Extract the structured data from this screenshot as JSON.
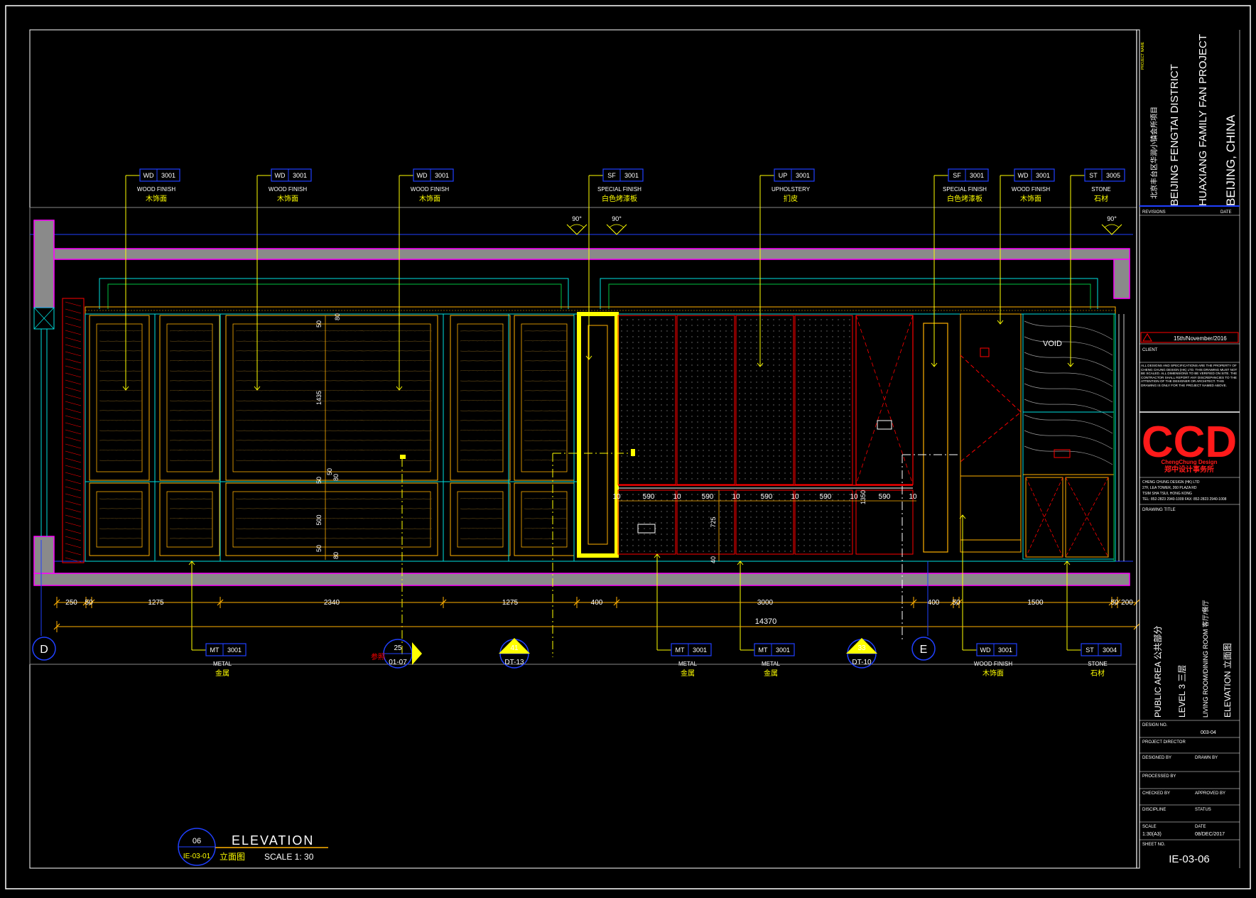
{
  "colors": {
    "background": "#000000",
    "frame": "#ffffff",
    "tag": "#ffff00",
    "tag_box": "#0000ff",
    "wall": "#8a8a8a",
    "wall_edge": "#ff00ff",
    "dimension": "#ffb000",
    "highlight": "#ffff00",
    "red": "#ff0000",
    "cyan": "#00e0e0",
    "green": "#00c040",
    "brand": "#ff1a1a"
  },
  "title_block": {
    "project_name_label": "PROJECT NAME",
    "project_name_cn": "北京丰台区华润小镇会所项目",
    "project_line1": "BEIJING FENGTAI DISTRICT",
    "project_line2": "HUAXIANG FAMILY FAN PROJECT",
    "project_line3": "BEIJING, CHINA",
    "revisions_label": "REVISIONS",
    "date_label": "DATE",
    "issue_date": "15th/November/2016",
    "client_label": "CLIENT",
    "client_value": "",
    "note": "ALL DESIGNS AND SPECIFICATIONS ARE THE PROPERTY OF CHENG CHUNG DESIGN (HK) LTD. THIS DRAWING MUST NOT BE SCALED. ALL DIMENSIONS TO BE VERIFIED ON SITE. THE CONTRACTOR SHALL REPORT ANY DISCREPANCIES TO THE ATTENTION OF THE DESIGNER OR ARCHITECT. THIS DRAWING IS ONLY FOR THE PROJECT NAMED ABOVE.",
    "logo_text": "CCD",
    "logo_sub": "ChengChung Design",
    "logo_cn": "郑中设计事务所",
    "company": "CHENG CHUNG DESIGN (HK) LTD",
    "address1": "27F, LEA TOWER, 260 PLAZA RD",
    "address2": "TSIM SHA TSUI, HONG KONG",
    "tel": "TEL: 852-2823 2940-1009   FAX: 852-2823 2940-1008",
    "drawing_title_label": "DRAWING TITLE",
    "title_area": "PUBLIC AREA  公共部分",
    "title_level": "LEVEL 3  三层",
    "title_room": "LIVING ROOM/DINING ROOM  客厅/餐厅",
    "title_type": "ELEVATION  立面图",
    "design_no_label": "DESIGN NO.",
    "design_no": "003-04",
    "project_director_label": "PROJECT DIRECTOR",
    "designed_by_label": "DESIGNED BY",
    "drawn_by_label": "DRAWN BY",
    "processed_by_label": "PROCESSED BY",
    "checked_by_label": "CHECKED BY",
    "approved_by_label": "APPROVED BY",
    "discipline_label": "DISCIPLINE",
    "status_label": "STATUS",
    "scale_label": "SCALE",
    "scale_value": "1:30(A3)",
    "date2_label": "DATE",
    "date2_value": "08/DEC/2017",
    "sheet_no_label": "SHEET NO.",
    "sheet_no": "IE-03-06"
  },
  "tags_top": [
    {
      "code": "WD",
      "num": "3001",
      "en": "WOOD FINISH",
      "cn": "木饰面"
    },
    {
      "code": "WD",
      "num": "3001",
      "en": "WOOD FINISH",
      "cn": "木饰面"
    },
    {
      "code": "WD",
      "num": "3001",
      "en": "WOOD FINISH",
      "cn": "木饰面"
    },
    {
      "code": "SF",
      "num": "3001",
      "en": "SPECIAL FINISH",
      "cn": "白色烤漆板"
    },
    {
      "code": "UP",
      "num": "3001",
      "en": "UPHOLSTERY",
      "cn": "扪皮"
    },
    {
      "code": "SF",
      "num": "3001",
      "en": "SPECIAL FINISH",
      "cn": "白色烤漆板"
    },
    {
      "code": "WD",
      "num": "3001",
      "en": "WOOD FINISH",
      "cn": "木饰面"
    },
    {
      "code": "ST",
      "num": "3005",
      "en": "STONE",
      "cn": "石材"
    }
  ],
  "tags_bottom": [
    {
      "code": "MT",
      "num": "3001",
      "en": "METAL",
      "cn": "金属"
    },
    {
      "code": "MT",
      "num": "3001",
      "en": "METAL",
      "cn": "金属"
    },
    {
      "code": "MT",
      "num": "3001",
      "en": "METAL",
      "cn": "金属"
    },
    {
      "code": "WD",
      "num": "3001",
      "en": "WOOD FINISH",
      "cn": "木饰面"
    },
    {
      "code": "ST",
      "num": "3004",
      "en": "STONE",
      "cn": "石材"
    }
  ],
  "section_markers": [
    {
      "top": "25",
      "bottom": "01-07"
    },
    {
      "top": "41",
      "bottom": "DT-13"
    },
    {
      "top": "33",
      "bottom": "DT-10"
    }
  ],
  "grid_markers": [
    "D",
    "E"
  ],
  "angle_labels": [
    "90°",
    "90°",
    "90°"
  ],
  "dims_bottom": [
    "250",
    "50",
    "1275",
    "2340",
    "1275",
    "400",
    "3000",
    "400",
    "50",
    "1500",
    "50",
    "200"
  ],
  "dim_total": "14370",
  "dims_vertical": [
    "50",
    "80",
    "1435",
    "50",
    "50",
    "80",
    "500",
    "50",
    "80",
    "725",
    "1350",
    "40"
  ],
  "dims_panels": [
    "590",
    "10",
    "590",
    "10",
    "590",
    "10",
    "590",
    "10",
    "590",
    "10",
    "10"
  ],
  "annotations": {
    "void": "VOID",
    "note_red": "参照"
  },
  "view_title": {
    "number": "06",
    "ref": "IE-03-01",
    "title": "ELEVATION",
    "title_cn": "立面图",
    "scale": "SCALE  1:  30"
  }
}
